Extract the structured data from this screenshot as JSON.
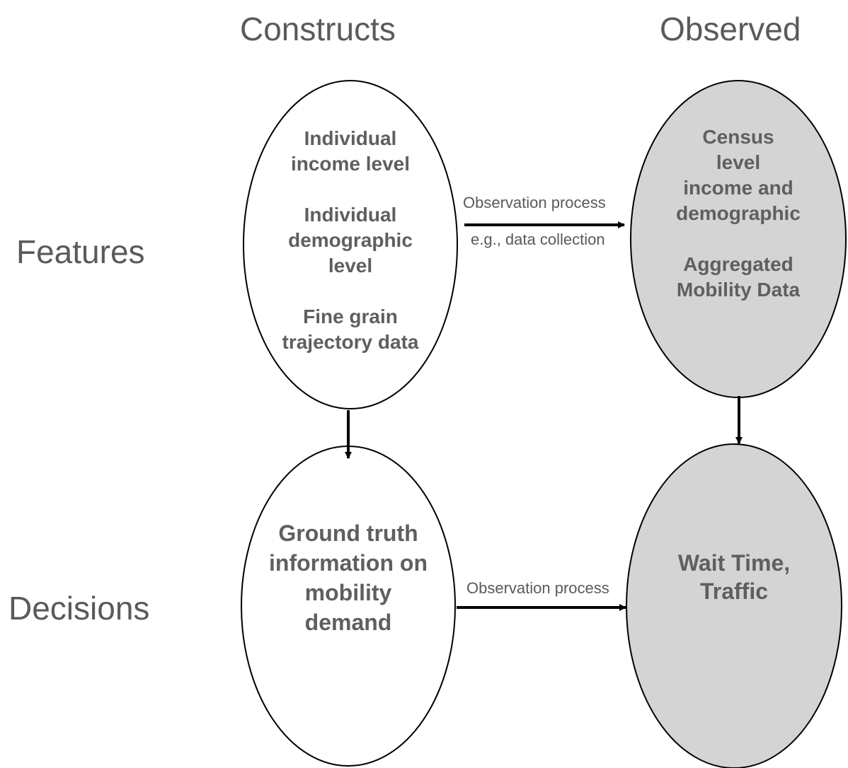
{
  "headers": {
    "constructs": "Constructs",
    "observed": "Observed",
    "features": "Features",
    "decisions": "Decisions"
  },
  "nodes": {
    "construct_features": {
      "groups": [
        [
          "Individual",
          "income level"
        ],
        [
          "Individual",
          "demographic",
          "level"
        ],
        [
          "Fine grain",
          "trajectory data"
        ]
      ]
    },
    "observed_features": {
      "groups": [
        [
          "Census",
          "level",
          "income and",
          "demographic"
        ],
        [
          "Aggregated",
          "Mobility Data"
        ]
      ]
    },
    "construct_decisions": {
      "groups": [
        [
          "Ground truth",
          "information on",
          "mobility",
          "demand"
        ]
      ]
    },
    "observed_decisions": {
      "groups": [
        [
          "Wait Time,",
          "Traffic"
        ]
      ]
    }
  },
  "edges": {
    "features_observation": {
      "label": "Observation process",
      "sublabel": "e.g., data collection"
    },
    "decisions_observation": {
      "label": "Observation process"
    }
  },
  "colors": {
    "observed_fill": "#d4d4d4",
    "construct_fill": "#ffffff",
    "stroke": "#000000",
    "text": "#5f5f5f"
  }
}
